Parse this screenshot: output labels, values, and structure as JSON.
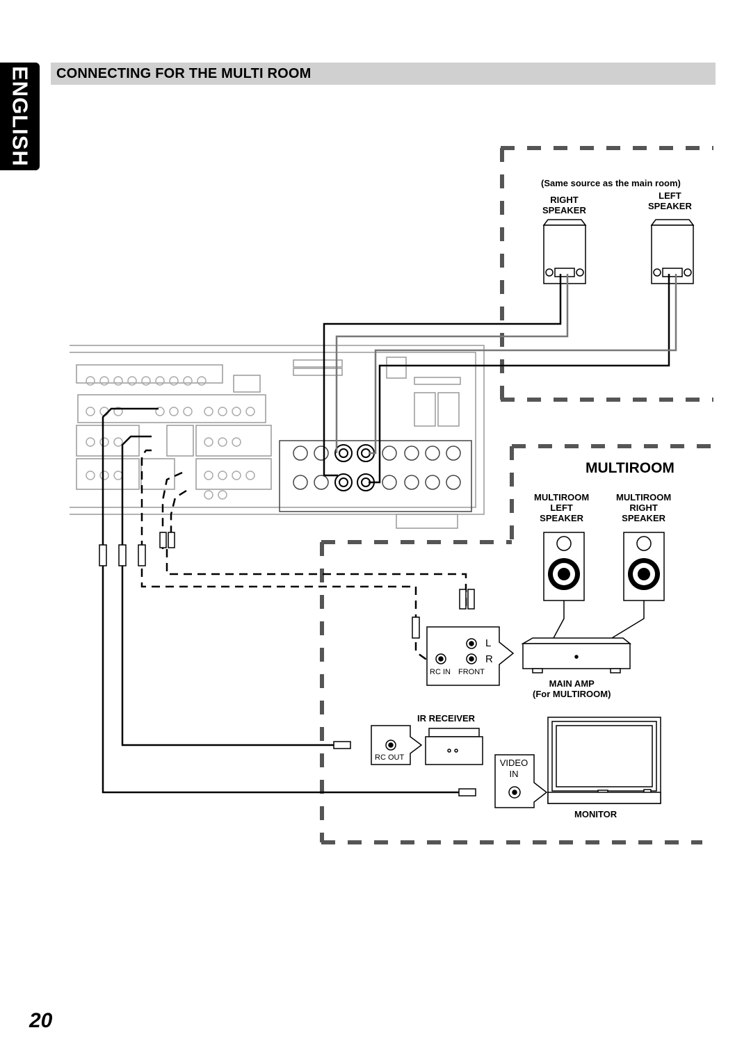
{
  "language_tab": "ENGLISH",
  "section_title": "CONNECTING FOR THE MULTI ROOM",
  "main_room": {
    "caption": "(Same source as the main room)",
    "right_speaker": [
      "RIGHT",
      "SPEAKER"
    ],
    "left_speaker": [
      "LEFT",
      "SPEAKER"
    ]
  },
  "multiroom": {
    "heading": "MULTIROOM",
    "left_speaker": [
      "MULTIROOM",
      "LEFT",
      "SPEAKER"
    ],
    "right_speaker": [
      "MULTIROOM",
      "RIGHT",
      "SPEAKER"
    ],
    "main_amp": [
      "MAIN AMP",
      "(For MULTIROOM)"
    ],
    "ir_receiver": "IR RECEIVER",
    "monitor": "MONITOR"
  },
  "connectors": {
    "rc_in": "RC IN",
    "front": "FRONT",
    "rc_out": "RC OUT",
    "video_in": [
      "VIDEO",
      "IN"
    ],
    "l": "L",
    "r": "R"
  },
  "page_number": "20"
}
